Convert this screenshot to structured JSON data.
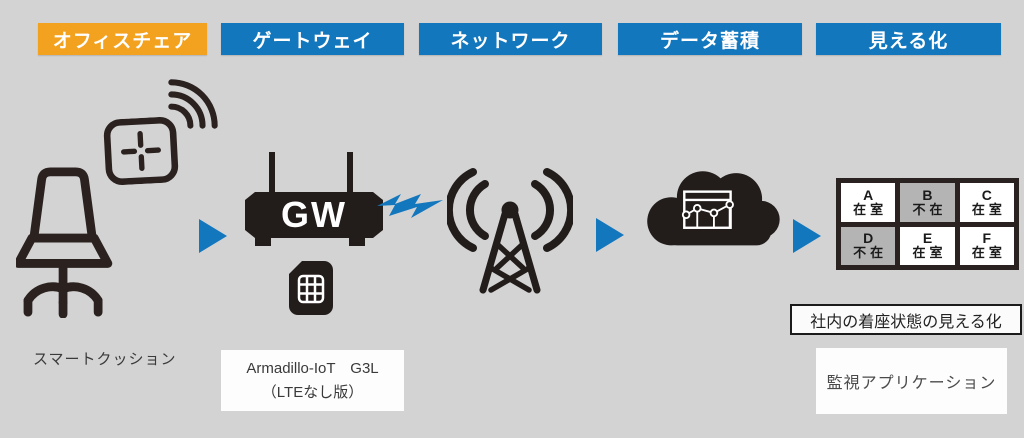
{
  "header": {
    "steps": [
      {
        "label": "オフィスチェア",
        "color": "#F3A21F"
      },
      {
        "label": "ゲートウェイ",
        "color": "#1377BD"
      },
      {
        "label": "ネットワーク",
        "color": "#1377BD"
      },
      {
        "label": "データ蓄積",
        "color": "#1377BD"
      },
      {
        "label": "見える化",
        "color": "#1377BD"
      }
    ],
    "text_color": "#FFFFFF"
  },
  "gateway": {
    "label": "GW"
  },
  "labels": {
    "smart_cushion": "スマートクッション",
    "armadillo_line1": "Armadillo-IoT　G3L",
    "armadillo_line2": "（LTEなし版）",
    "seating_status_title": "社内の着座状態の見える化",
    "monitoring_app": "監視アプリケーション"
  },
  "seats": {
    "present_bg": "#FFFFFF",
    "absent_bg": "#B4B4B4",
    "cells": [
      {
        "id": "A",
        "status": "在室",
        "present": true
      },
      {
        "id": "B",
        "status": "不在",
        "present": false
      },
      {
        "id": "C",
        "status": "在室",
        "present": true
      },
      {
        "id": "D",
        "status": "不在",
        "present": false
      },
      {
        "id": "E",
        "status": "在室",
        "present": true
      },
      {
        "id": "F",
        "status": "在室",
        "present": true
      }
    ]
  },
  "icons": [
    "office-chair-icon",
    "smart-cushion-icon",
    "wifi-waves-icon",
    "gateway-router-icon",
    "sim-card-icon",
    "lightning-bolt-icon",
    "radio-tower-icon",
    "cloud-dashboard-icon",
    "arrow-right-icon"
  ],
  "colors": {
    "background": "#D3D3D4",
    "accent_orange": "#F3A21F",
    "accent_blue": "#1377BD",
    "icon_black": "#261F1D",
    "absent_gray": "#B4B4B4"
  }
}
